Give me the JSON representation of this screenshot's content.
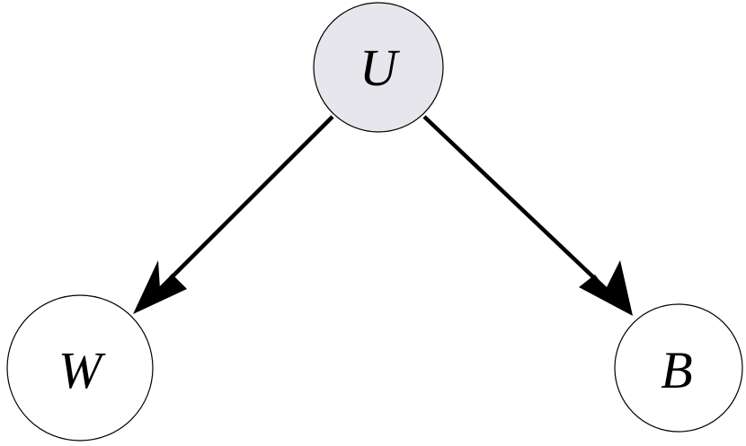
{
  "diagram": {
    "type": "directed-graph",
    "nodes": [
      {
        "id": "U",
        "label": "U",
        "fill": "#e6e6ec",
        "shaded": true
      },
      {
        "id": "W",
        "label": "W",
        "fill": "#ffffff",
        "shaded": false
      },
      {
        "id": "B",
        "label": "B",
        "fill": "#ffffff",
        "shaded": false
      }
    ],
    "edges": [
      {
        "from": "U",
        "to": "W",
        "color": "#000000"
      },
      {
        "from": "U",
        "to": "B",
        "color": "#000000"
      }
    ]
  }
}
